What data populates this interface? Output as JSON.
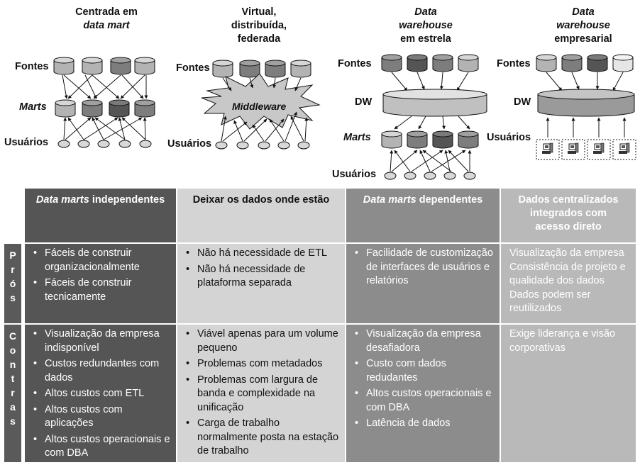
{
  "titles": [
    {
      "line1": "Centrada em",
      "line2": "data mart",
      "line3": ""
    },
    {
      "line1": "Virtual,",
      "line2": "distribuída,",
      "line3": "federada"
    },
    {
      "line1": "Data",
      "line2": "warehouse",
      "line3": "em estrela"
    },
    {
      "line1": "Data",
      "line2": "warehouse",
      "line3": "empresarial"
    }
  ],
  "labels": {
    "fontes": "Fontes",
    "marts": "Marts",
    "usuarios": "Usuários",
    "dw": "DW",
    "middleware": "Middleware"
  },
  "columns": [
    {
      "italic": "Data marts",
      "rest": " independentes"
    },
    {
      "italic": "",
      "rest": "Deixar os dados onde estão"
    },
    {
      "italic": "Data marts",
      "rest": " dependentes"
    },
    {
      "italic": "",
      "rest": "Dados centralizados integrados com acesso direto"
    }
  ],
  "row_labels": {
    "pros": "Prós",
    "contras": "Contras"
  },
  "pros": [
    [
      "Fáceis de construir organizacionalmente",
      "Fáceis de construir tecnicamente"
    ],
    [
      "Não há necessidade de ETL",
      "Não há necessidade de plataforma separada"
    ],
    [
      "Facilidade de customização de interfaces de usuários e relatórios"
    ],
    [
      "Visualização da empresa",
      "Consistência de projeto e qualidade dos dados",
      "Dados podem ser reutilizados"
    ]
  ],
  "contras": [
    [
      "Visualização da empresa indisponível",
      "Custos redundantes com dados",
      "Altos custos com ETL",
      "Altos custos com aplicações",
      "Altos custos operacionais e com DBA"
    ],
    [
      "Viável apenas para um volume pequeno",
      "Problemas com metadados",
      "Problemas com largura de banda e complexidade na unificação",
      "Carga de trabalho normalmente posta na estação de trabalho"
    ],
    [
      "Visualização da empresa desafiadora",
      "Custo com dados redudantes",
      "Altos custos operacionais e com DBA",
      "Latência de dados"
    ],
    [
      "Exige liderança e visão corporativas"
    ]
  ],
  "colors": {
    "dark": "#555556",
    "light": "#d4d4d4",
    "mid": "#8c8c8c",
    "pale": "#b9b9b9"
  }
}
